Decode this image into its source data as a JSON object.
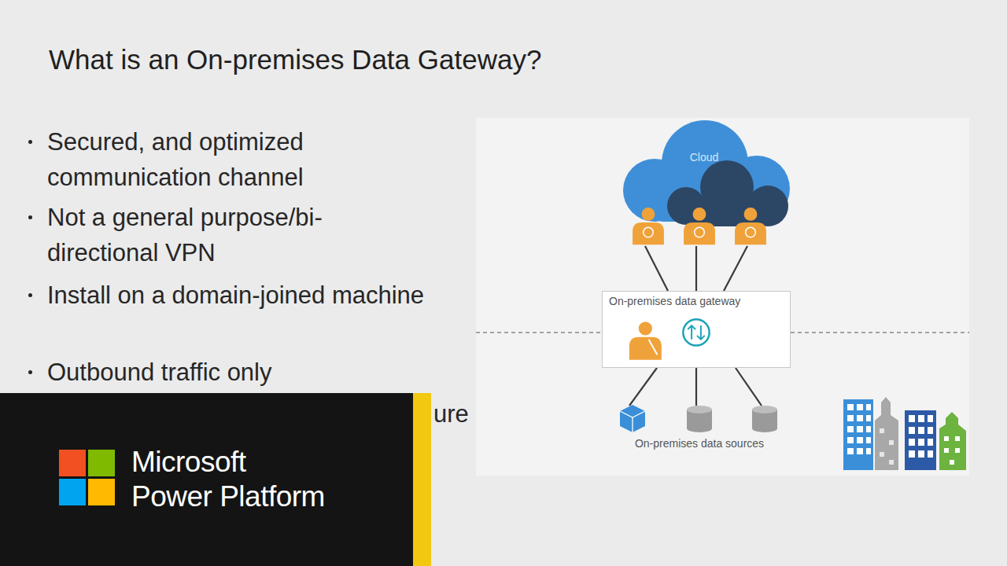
{
  "diagram": {
    "title": "What is an On-premises Data Gateway?",
    "nodes": [
      {
        "text": [
          "Cloud"
        ]
      },
      {
        "text": [
          "On-premises data gateway"
        ]
      },
      {
        "text": [
          "On-premises data sources"
        ]
      }
    ],
    "edges": [
      {
        "from": 0,
        "to": 1,
        "arrow": "none"
      },
      {
        "from": 0,
        "to": 1,
        "arrow": "none"
      },
      {
        "from": 0,
        "to": 1,
        "arrow": "none"
      },
      {
        "from": 1,
        "to": 2,
        "arrow": "none"
      },
      {
        "from": 1,
        "to": 2,
        "arrow": "none"
      },
      {
        "from": 1,
        "to": 2,
        "arrow": "none"
      }
    ],
    "labels": [
      "Secured, and optimized communication channel",
      "Not a general purpose/bi-directional VPN",
      "Install on a domain-joined machine",
      "Outbound traffic only",
      "ure",
      "Microsoft",
      "Power Platform"
    ]
  }
}
